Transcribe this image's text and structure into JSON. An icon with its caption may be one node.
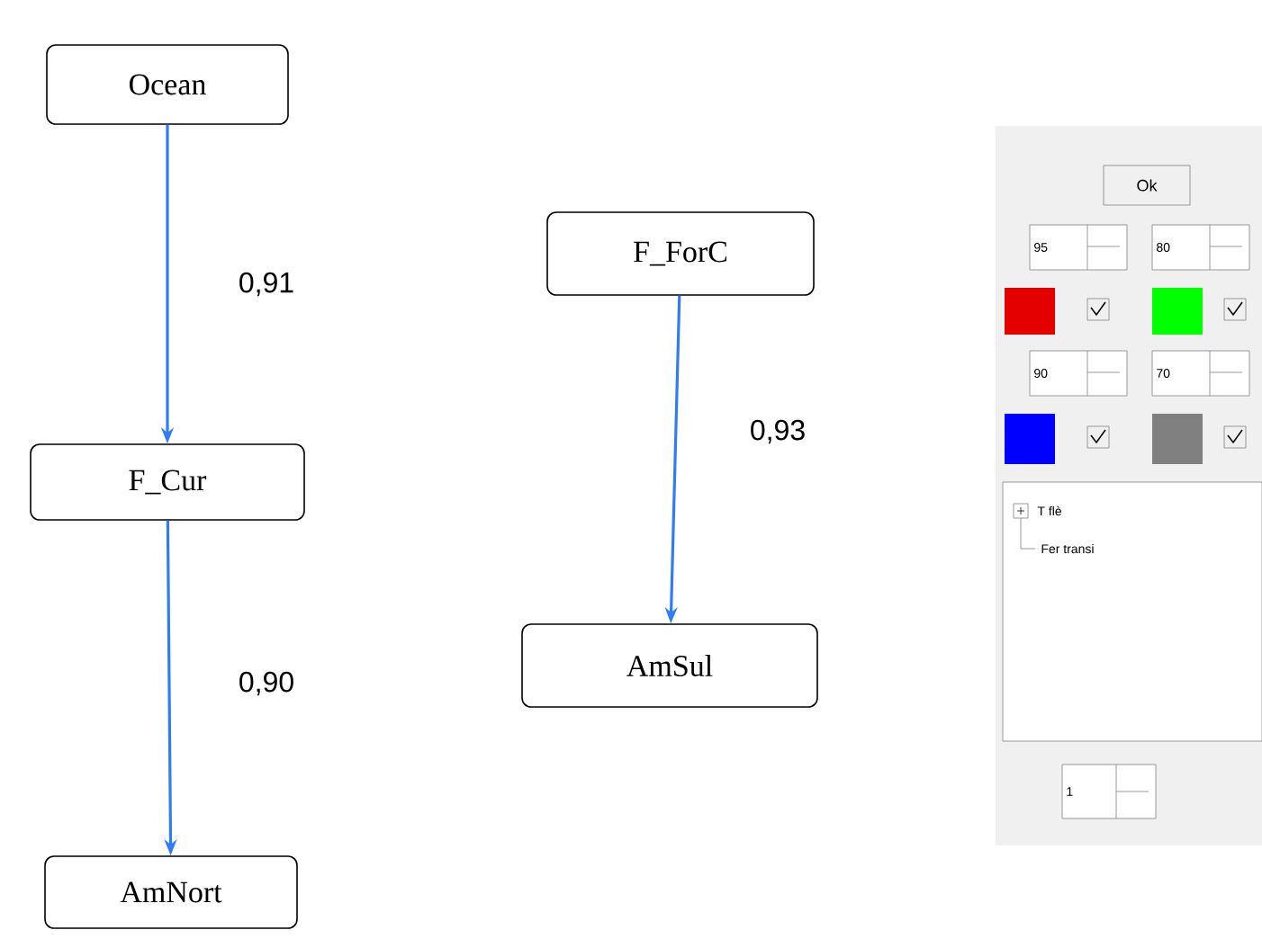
{
  "diagram": {
    "nodes": [
      {
        "text": [
          "Ocean"
        ]
      },
      {
        "text": [
          "F_Cur"
        ]
      },
      {
        "text": [
          "AmNort"
        ]
      },
      {
        "text": [
          "F_ForC"
        ]
      },
      {
        "text": [
          "AmSul"
        ]
      }
    ],
    "edges": [
      {
        "from": 0,
        "to": 1,
        "arrow": "to",
        "label": "0,91"
      },
      {
        "from": 1,
        "to": 2,
        "arrow": "to",
        "label": "0,90"
      },
      {
        "from": 3,
        "to": 4,
        "arrow": "to",
        "label": "0,93"
      }
    ],
    "labels": [
      "Ok",
      "95",
      "80",
      "90",
      "70",
      "T flè",
      "Fer transi",
      "1"
    ]
  }
}
